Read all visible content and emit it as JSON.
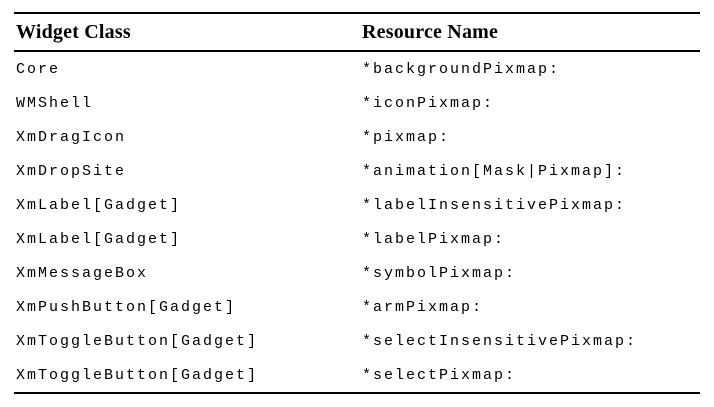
{
  "colors": {
    "background": "#ffffff",
    "text": "#000000",
    "rule": "#000000"
  },
  "table": {
    "columns": [
      {
        "label": "Widget Class"
      },
      {
        "label": "Resource Name"
      }
    ],
    "rows": [
      {
        "widget_class": "Core",
        "resource_name": "*backgroundPixmap:"
      },
      {
        "widget_class": "WMShell",
        "resource_name": "*iconPixmap:"
      },
      {
        "widget_class": "XmDragIcon",
        "resource_name": "*pixmap:"
      },
      {
        "widget_class": "XmDropSite",
        "resource_name": "*animation[Mask|Pixmap]:"
      },
      {
        "widget_class": "XmLabel[Gadget]",
        "resource_name": "*labelInsensitivePixmap:"
      },
      {
        "widget_class": "XmLabel[Gadget]",
        "resource_name": "*labelPixmap:"
      },
      {
        "widget_class": "XmMessageBox",
        "resource_name": "*symbolPixmap:"
      },
      {
        "widget_class": "XmPushButton[Gadget]",
        "resource_name": "*armPixmap:"
      },
      {
        "widget_class": "XmToggleButton[Gadget]",
        "resource_name": "*selectInsensitivePixmap:"
      },
      {
        "widget_class": "XmToggleButton[Gadget]",
        "resource_name": "*selectPixmap:"
      }
    ]
  }
}
